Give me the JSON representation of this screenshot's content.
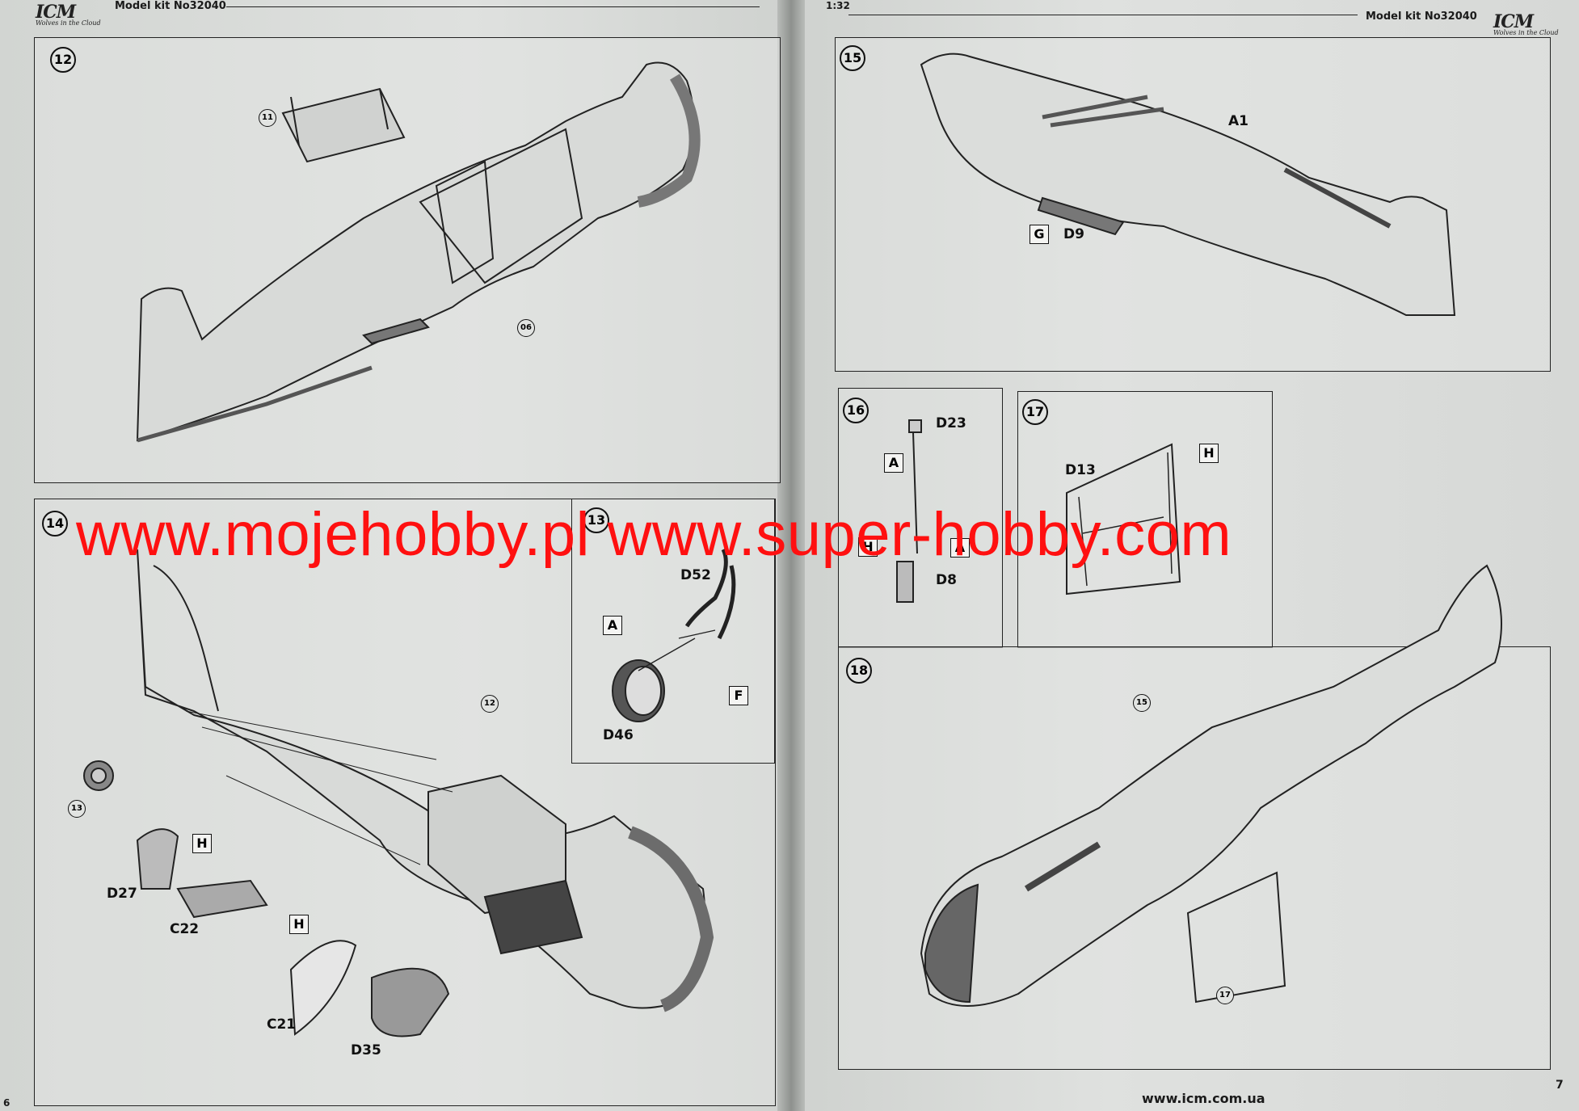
{
  "left_page": {
    "logo": "ICM",
    "logo_tagline": "Wolves in the Cloud",
    "header": "Model kit No32040",
    "page_number": "6",
    "steps": {
      "s12": {
        "number": "12",
        "refs": [
          "11",
          "06"
        ]
      },
      "s14": {
        "number": "14",
        "refs": [
          "12",
          "13"
        ],
        "boxes": [
          "H",
          "H"
        ],
        "labels": [
          "D27",
          "C22",
          "C21",
          "D35"
        ]
      },
      "s13": {
        "number": "13",
        "boxes": [
          "A",
          "F"
        ],
        "labels": [
          "D52",
          "D46"
        ]
      }
    }
  },
  "right_page": {
    "scale": "1:32",
    "header": "Model kit No32040",
    "logo": "ICM",
    "logo_tagline": "Wolves in the Cloud",
    "page_number": "7",
    "website": "www.icm.com.ua",
    "steps": {
      "s15": {
        "number": "15",
        "labels": [
          "A1",
          "D9"
        ],
        "boxes": [
          "G"
        ]
      },
      "s16": {
        "number": "16",
        "labels": [
          "D23",
          "D8"
        ],
        "boxes": [
          "A",
          "H",
          "A"
        ]
      },
      "s17": {
        "number": "17",
        "labels": [
          "D13"
        ],
        "boxes": [
          "H"
        ]
      },
      "s18": {
        "number": "18",
        "refs": [
          "15",
          "17"
        ]
      }
    }
  },
  "watermark": "www.mojehobby.pl www.super-hobby.com"
}
